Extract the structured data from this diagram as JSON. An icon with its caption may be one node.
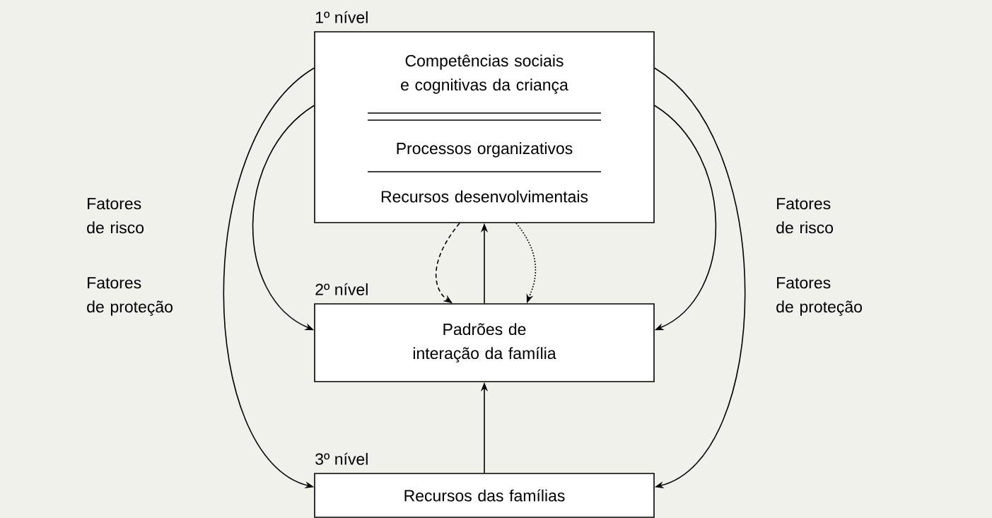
{
  "diagram": {
    "nodes": [
      {
        "text": [
          "Competências sociais e cognitivas da criança",
          "Processos organizativos",
          "Recursos desenvolvimentais"
        ],
        "beside": [
          "1º nível"
        ]
      },
      {
        "text": [
          "Padrões de interação da família"
        ],
        "beside": [
          "2º nível"
        ]
      },
      {
        "text": [
          "Recursos das famílias"
        ],
        "beside": [
          "3º nível"
        ]
      }
    ],
    "edges": [
      {
        "from": 0,
        "to": 1,
        "arrow": "to",
        "style": "dashed"
      },
      {
        "from": 1,
        "to": 0,
        "arrow": "to"
      },
      {
        "from": 0,
        "to": 1,
        "arrow": "to",
        "style": "dashed"
      },
      {
        "from": 2,
        "to": 1,
        "arrow": "to"
      },
      {
        "from": 0,
        "to": 2,
        "arrow": "to"
      },
      {
        "from": 0,
        "to": 1,
        "arrow": "to"
      },
      {
        "from": 0,
        "to": 1,
        "arrow": "to"
      },
      {
        "from": 0,
        "to": 2,
        "arrow": "to"
      }
    ],
    "labels": [
      "Fatores de risco",
      "Fatores de proteção",
      "Fatores de risco",
      "Fatores de proteção"
    ]
  }
}
